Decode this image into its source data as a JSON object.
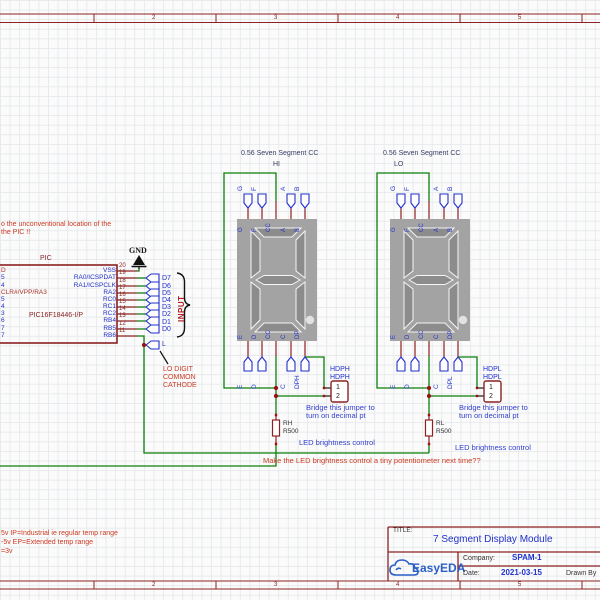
{
  "colors": {
    "wire_green": "#0a7f0a",
    "component_red": "#8b2222",
    "net_blue": "#2230cc",
    "annotation_blue": "#3340cc",
    "note_red": "#cc3a22",
    "display_gray": "#a3a3a3",
    "segment_gray": "#8c8c8c",
    "brand_blue": "#2b5fc7",
    "junction_red": "#991111"
  },
  "frame": {
    "numbers": [
      "2",
      "3",
      "4",
      "5"
    ]
  },
  "pic": {
    "ref": "PIC",
    "part": "PIC16F18446-I/P",
    "gnd_label": "GND",
    "input_label": "INPUT",
    "l_flag": "L",
    "right_pins": [
      {
        "num": "20",
        "name": "VSS"
      },
      {
        "num": "19",
        "name": "RA0/ICSPDAT"
      },
      {
        "num": "18",
        "name": "RA1/ICSPCLK"
      },
      {
        "num": "17",
        "name": "RA2"
      },
      {
        "num": "16",
        "name": "RC0"
      },
      {
        "num": "15",
        "name": "RC1"
      },
      {
        "num": "14",
        "name": "RC2"
      },
      {
        "num": "13",
        "name": "RB4"
      },
      {
        "num": "12",
        "name": "RB5"
      },
      {
        "num": "11",
        "name": "RB6"
      }
    ],
    "left_pins": [
      "D",
      "5",
      "4",
      "CLR#/VPP/RA3",
      "5",
      "4",
      "3",
      "6",
      "7",
      "7"
    ],
    "d_flags": [
      "D7",
      "D6",
      "D5",
      "D4",
      "D3",
      "D2",
      "D1",
      "D0"
    ]
  },
  "displays": [
    {
      "title": "0.56 Seven Segment CC",
      "subtitle": "HI",
      "top_pins": [
        "G",
        "F",
        "CC",
        "A",
        "B"
      ],
      "top_flags": [
        "G",
        "F",
        "A",
        "B"
      ],
      "bottom_pins": [
        "E",
        "D",
        "CC",
        "C",
        "DP"
      ],
      "bottom_flags": [
        "E",
        "D",
        "C",
        "DPH"
      ]
    },
    {
      "title": "0.56 Seven Segment CC",
      "subtitle": "LO",
      "top_pins": [
        "G",
        "F",
        "CC",
        "A",
        "B"
      ],
      "top_flags": [
        "G",
        "F",
        "A",
        "B"
      ],
      "bottom_pins": [
        "E",
        "D",
        "CC",
        "C",
        "DP"
      ],
      "bottom_flags": [
        "E",
        "D",
        "C",
        "DPL"
      ]
    }
  ],
  "jumpers": [
    {
      "ref": "HDPH",
      "value": "HDPH",
      "pin1": "1",
      "pin2": "2"
    },
    {
      "ref": "HDPL",
      "value": "HDPL",
      "pin1": "1",
      "pin2": "2"
    }
  ],
  "resistors": [
    {
      "ref": "RH",
      "value": "R500"
    },
    {
      "ref": "RL",
      "value": "R500"
    }
  ],
  "notes": {
    "top_line1": "o the unconventional location of the",
    "top_line2": "the PIC !!",
    "lo_digit_1": "LO DIGIT",
    "lo_digit_2": "COMMON",
    "lo_digit_3": "CATHODE",
    "bridge_1": "Bridge this jumper to",
    "bridge_2": "turn on decimal pt",
    "led": "LED brightness control",
    "pot": "Make the LED brightness control a tiny potentiometer next time??",
    "bottom_1": "5v   IP=Industrial ie regular temp range",
    "bottom_2": "-5v   EP=Extended temp range",
    "bottom_3": "=3v"
  },
  "title_block": {
    "title_label": "TITLE:",
    "title": "7 Segment Display Module",
    "company_label": "Company:",
    "company": "SPAM-1",
    "date_label": "Date:",
    "date": "2021-03-15",
    "drawn_by_label": "Drawn By",
    "logo_text": "EasyEDA"
  }
}
